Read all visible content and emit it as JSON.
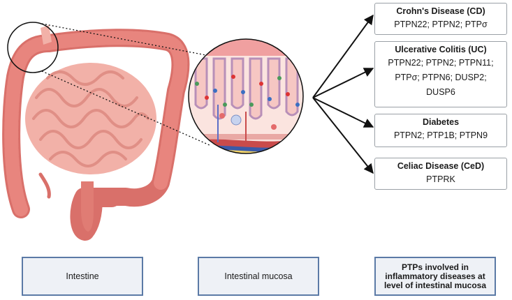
{
  "diseases": [
    {
      "name": "Crohn's Disease (CD)",
      "genes": "PTPN22; PTPN2; PTPσ"
    },
    {
      "name": "Ulcerative Colitis (UC)",
      "genes": "PTPN22; PTPN2; PTPN11; PTPσ; PTPN6; DUSP2; DUSP6"
    },
    {
      "name": "Diabetes",
      "genes": "PTPN2; PTP1B; PTPN9"
    },
    {
      "name": "Celiac Disease (CeD)",
      "genes": "PTPRK"
    }
  ],
  "captions": {
    "intestine": "Intestine",
    "mucosa": "Intestinal mucosa",
    "ptps": "PTPs involved in inflammatory diseases at level of intestinal mucosa"
  },
  "colors": {
    "intestine": "#e8857e",
    "intestine_light": "#f2b1a8",
    "caption_border": "#5b7aa6",
    "caption_fill": "#eef1f6"
  }
}
